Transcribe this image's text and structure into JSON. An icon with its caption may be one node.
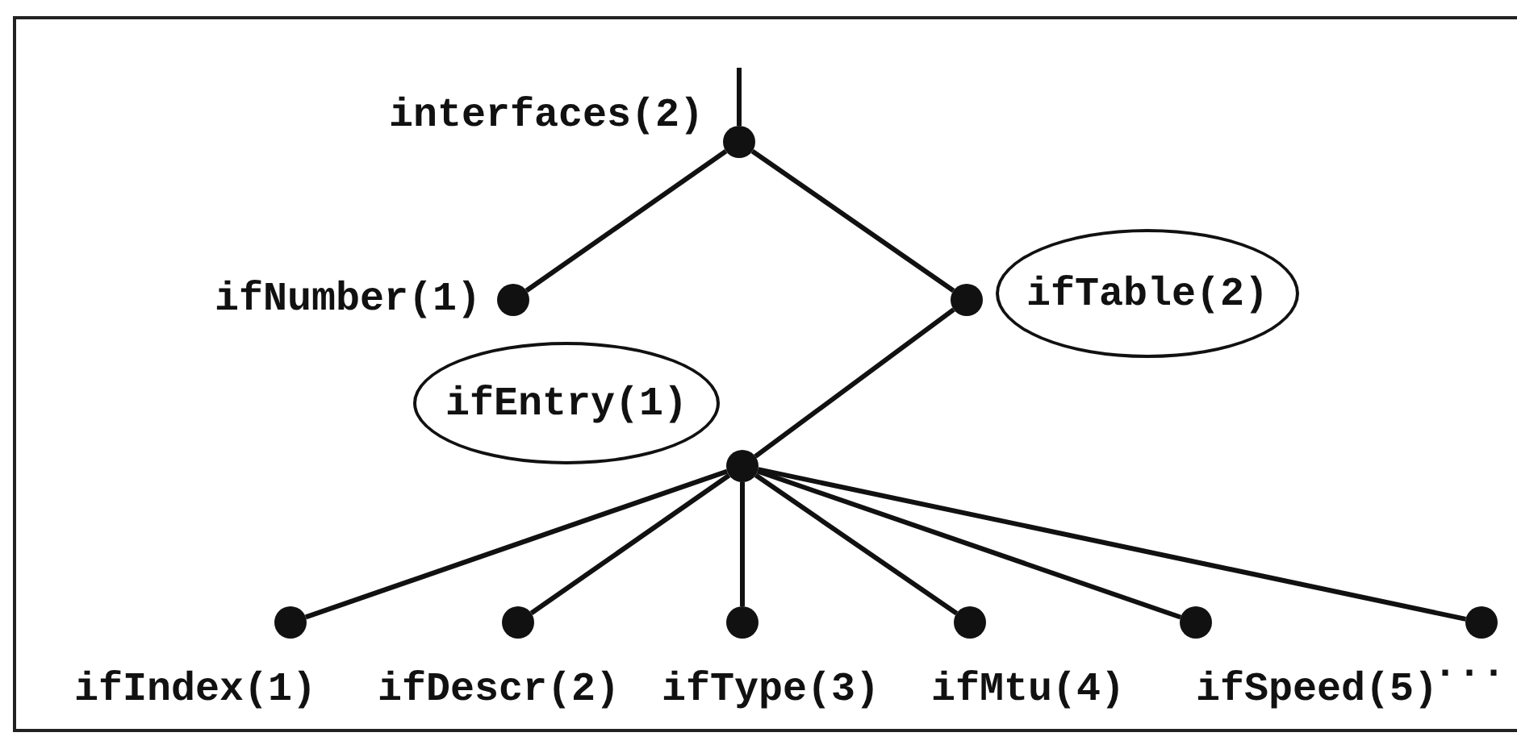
{
  "diagram": {
    "nodes": [
      {
        "text": [],
        "shape": "circle",
        "beside": [
          "interfaces(2)"
        ]
      },
      {
        "text": [],
        "shape": "circle",
        "beside": [
          "ifNumber(1)"
        ]
      },
      {
        "text": [],
        "shape": "circle"
      },
      {
        "text": [
          "ifTable(2)"
        ]
      },
      {
        "text": [],
        "shape": "circle"
      },
      {
        "text": [
          "ifEntry(1)"
        ]
      },
      {
        "text": [],
        "shape": "circle",
        "beside": [
          "ifIndex(1)"
        ]
      },
      {
        "text": [],
        "shape": "circle",
        "beside": [
          "ifDescr(2)"
        ]
      },
      {
        "text": [],
        "shape": "circle",
        "beside": [
          "ifType(3)"
        ]
      },
      {
        "text": [],
        "shape": "circle",
        "beside": [
          "ifMtu(4)"
        ]
      },
      {
        "text": [],
        "shape": "circle",
        "beside": [
          "ifSpeed(5)"
        ]
      },
      {
        "text": [],
        "shape": "circle",
        "beside": [
          "..."
        ]
      }
    ],
    "edges": [
      {
        "from": null,
        "to": 0,
        "arrow": "none"
      },
      {
        "from": 0,
        "to": 1,
        "arrow": "none"
      },
      {
        "from": 0,
        "to": 2,
        "arrow": "none"
      },
      {
        "from": 2,
        "to": 4,
        "arrow": "none"
      },
      {
        "from": 4,
        "to": 6,
        "arrow": "none"
      },
      {
        "from": 4,
        "to": 7,
        "arrow": "none"
      },
      {
        "from": 4,
        "to": 8,
        "arrow": "none"
      },
      {
        "from": 4,
        "to": 9,
        "arrow": "none"
      },
      {
        "from": 4,
        "to": 10,
        "arrow": "none"
      },
      {
        "from": 4,
        "to": 11,
        "arrow": "none"
      }
    ]
  }
}
